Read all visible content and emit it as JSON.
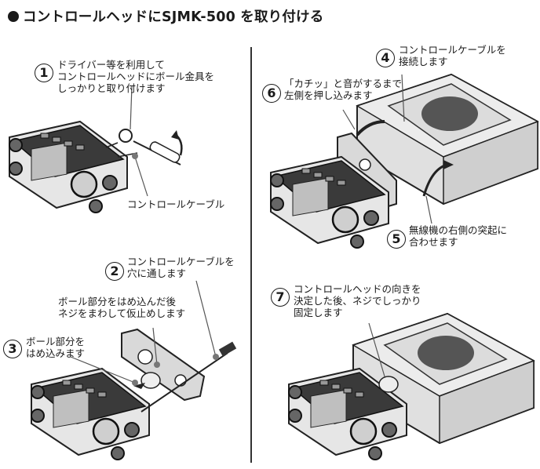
{
  "title": "コントロールヘッドにSJMK-500 を取り付ける",
  "steps": [
    {
      "num": "1",
      "lines": [
        "ドライバー等を利用して",
        "コントロールヘッドにボール金具を",
        "しっかりと取り付けます"
      ]
    },
    {
      "num": "2",
      "lines": [
        "コントロールケーブルを",
        "穴に通します"
      ]
    },
    {
      "num": "3",
      "lines": [
        "ボール部分を",
        "はめ込みます"
      ]
    },
    {
      "num": "4",
      "lines": [
        "コントロールケーブルを",
        "接続します"
      ]
    },
    {
      "num": "5",
      "lines": [
        "無線機の右側の突起に",
        "合わせます"
      ]
    },
    {
      "num": "6",
      "lines": [
        "「カチッ」と音がするまで",
        "左側を押し込みます"
      ]
    },
    {
      "num": "7",
      "lines": [
        "コントロールヘッドの向きを",
        "決定した後、ネジでしっかり",
        "固定します"
      ]
    }
  ],
  "callouts": {
    "cable": "コントロールケーブル",
    "temp_fix": [
      "ボール部分をはめ込んだ後",
      "ネジをまわして仮止めします"
    ]
  },
  "colors": {
    "ink": "#1a1a1a",
    "panel_gray": "#d9d9d9",
    "dark": "#2b2b2b"
  }
}
